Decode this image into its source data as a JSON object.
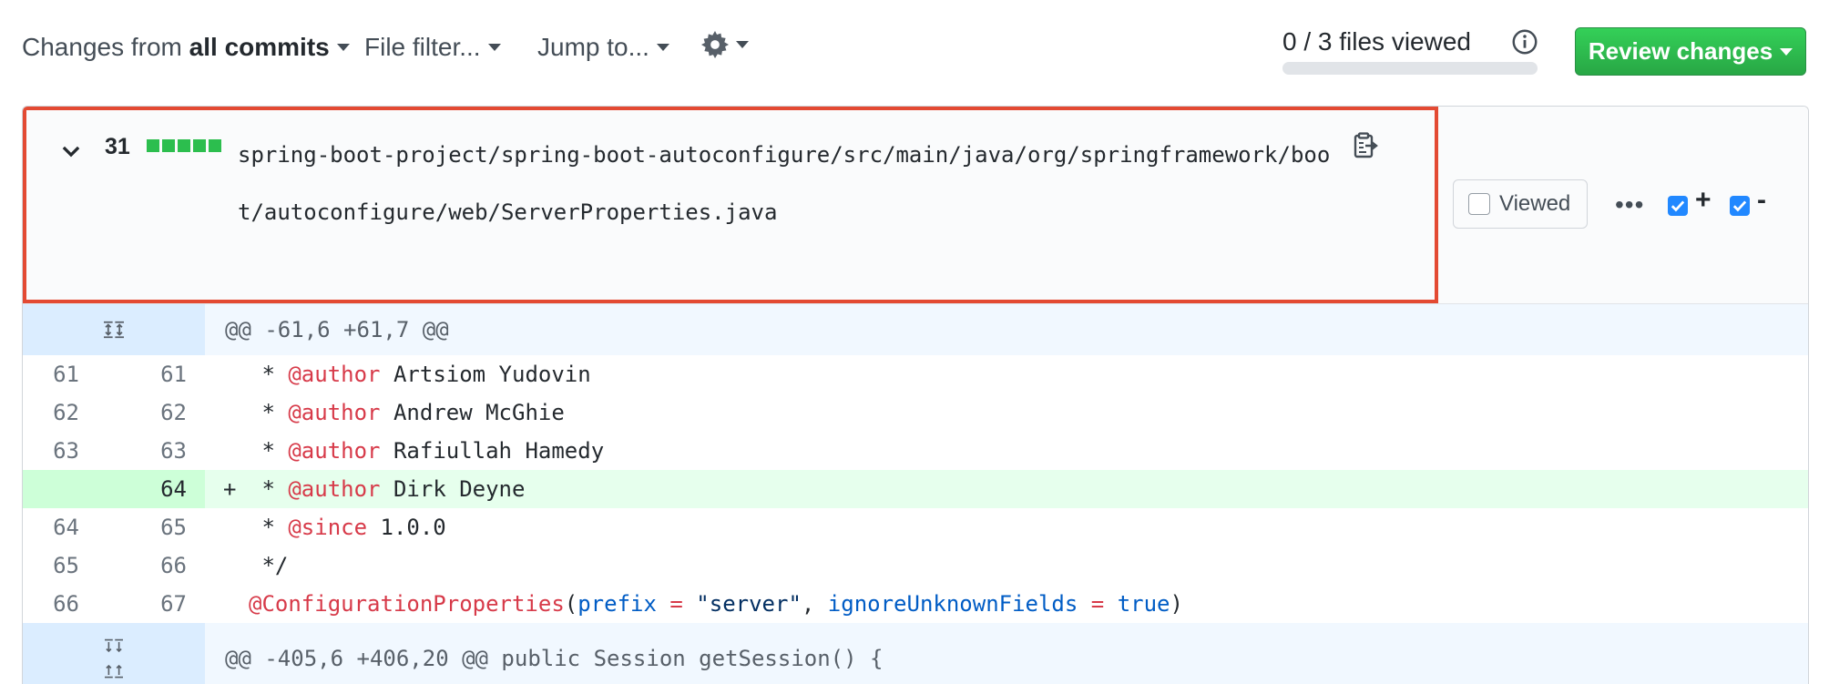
{
  "toolbar": {
    "changes_prefix": "Changes from",
    "changes_value": "all commits",
    "file_filter": "File filter...",
    "jump_to": "Jump to...",
    "files_viewed": "0 / 3 files viewed",
    "files_viewed_fraction": 0,
    "review_button": "Review changes"
  },
  "file": {
    "additions_count": "31",
    "path": "spring-boot-project/spring-boot-autoconfigure/src/main/java/org/springframework/boot/autoconfigure/web/ServerProperties.java",
    "viewed_label": "Viewed",
    "more_label": "•••",
    "plus_label": "+",
    "minus_label": "-"
  },
  "diff": {
    "hunk1": "@@ -61,6 +61,7 @@",
    "hunk2": "@@ -405,6 +406,20 @@ public Session getSession() {",
    "lines": [
      {
        "old": "61",
        "new": "61",
        "sign": "",
        "star": " * ",
        "tag": "@author",
        "rest": " Artsiom Yudovin"
      },
      {
        "old": "62",
        "new": "62",
        "sign": "",
        "star": " * ",
        "tag": "@author",
        "rest": " Andrew McGhie"
      },
      {
        "old": "63",
        "new": "63",
        "sign": "",
        "star": " * ",
        "tag": "@author",
        "rest": " Rafiullah Hamedy"
      },
      {
        "old": "",
        "new": "64",
        "sign": "+",
        "star": " * ",
        "tag": "@author",
        "rest": " Dirk Deyne"
      },
      {
        "old": "64",
        "new": "65",
        "sign": "",
        "star": " * ",
        "tag": "@since",
        "rest": " 1.0.0"
      },
      {
        "old": "65",
        "new": "66",
        "sign": "",
        "star": " */",
        "tag": "",
        "rest": ""
      }
    ],
    "annotation_line": {
      "old": "66",
      "new": "67",
      "annotation": "@ConfigurationProperties",
      "open": "(",
      "p1": "prefix",
      "eq1": " = ",
      "v1": "\"server\"",
      "comma": ", ",
      "p2": "ignoreUnknownFields",
      "eq2": " = ",
      "v2": "true",
      "close": ")"
    }
  },
  "colors": {
    "accent_green": "#28a745",
    "addition_bg": "#e6ffed",
    "hunk_bg": "#f1f8ff",
    "highlight_border": "#e34a33"
  }
}
